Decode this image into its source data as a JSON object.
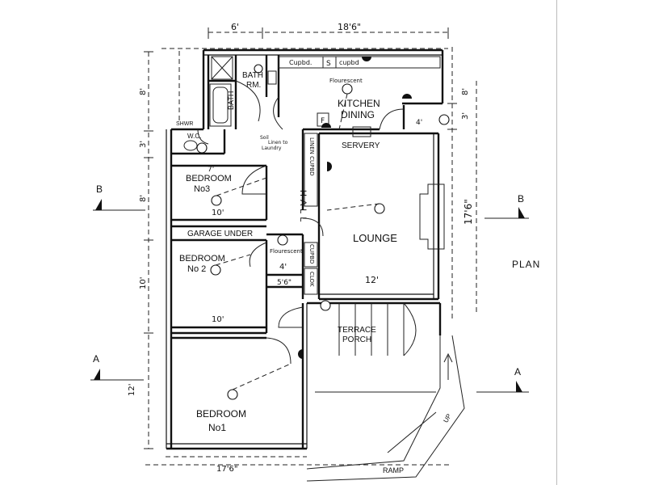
{
  "rooms": {
    "bath": "BATH",
    "bath_rm_1": "BATH",
    "bath_rm_2": "RM.",
    "kitchen_1": "KITCHEN",
    "kitchen_2": "DINING",
    "servery": "SERVERY",
    "wc": "W.C.",
    "shower": "SHWR",
    "bedroom3_1": "BEDROOM",
    "bedroom3_2": "No3",
    "hall": "HALL",
    "lounge": "LOUNGE",
    "garage": "GARAGE UNDER",
    "bedroom2_1": "BEDROOM",
    "bedroom2_2": "No 2",
    "terrace_1": "TERRACE",
    "terrace_2": "PORCH",
    "bedroom1_1": "BEDROOM",
    "bedroom1_2": "No1",
    "plan": "PLAN",
    "ramp": "RAMP",
    "up": "UP"
  },
  "fixtures": {
    "cupboard_left": "Cupbd.",
    "cupboard_mid": "S",
    "cupboard_right": "cupbd",
    "flourescent_kitchen": "Flourescent",
    "flourescent_hall": "Flourescent",
    "fridge": "F",
    "soil_1": "Soil",
    "soil_2": "Linen to",
    "soil_3": "Laundry",
    "linen_cupbd": "LINEN CUPBD",
    "cupbd_vertical": "CUPBD",
    "clok_vertical": "CLOK"
  },
  "dimensions": {
    "top_6": "6'",
    "top_18_6": "18'6\"",
    "left_8_top": "8'",
    "left_3": "3'",
    "left_8_mid": "8'",
    "left_10": "10'",
    "left_12": "12'",
    "right_8": "8'",
    "right_3": "3'",
    "right_17_6": "17'6\"",
    "bed3_top": "7'",
    "bed3_bottom": "10'",
    "bed2_bottom": "10'",
    "kitchen_4": "4'",
    "hall_4": "4'",
    "hall_5_6": "5'6\"",
    "lounge_12": "12'",
    "bottom_17_6": "17'6\""
  },
  "sections": {
    "b_left": "B",
    "b_right": "B",
    "a_left": "A",
    "a_right": "A"
  }
}
